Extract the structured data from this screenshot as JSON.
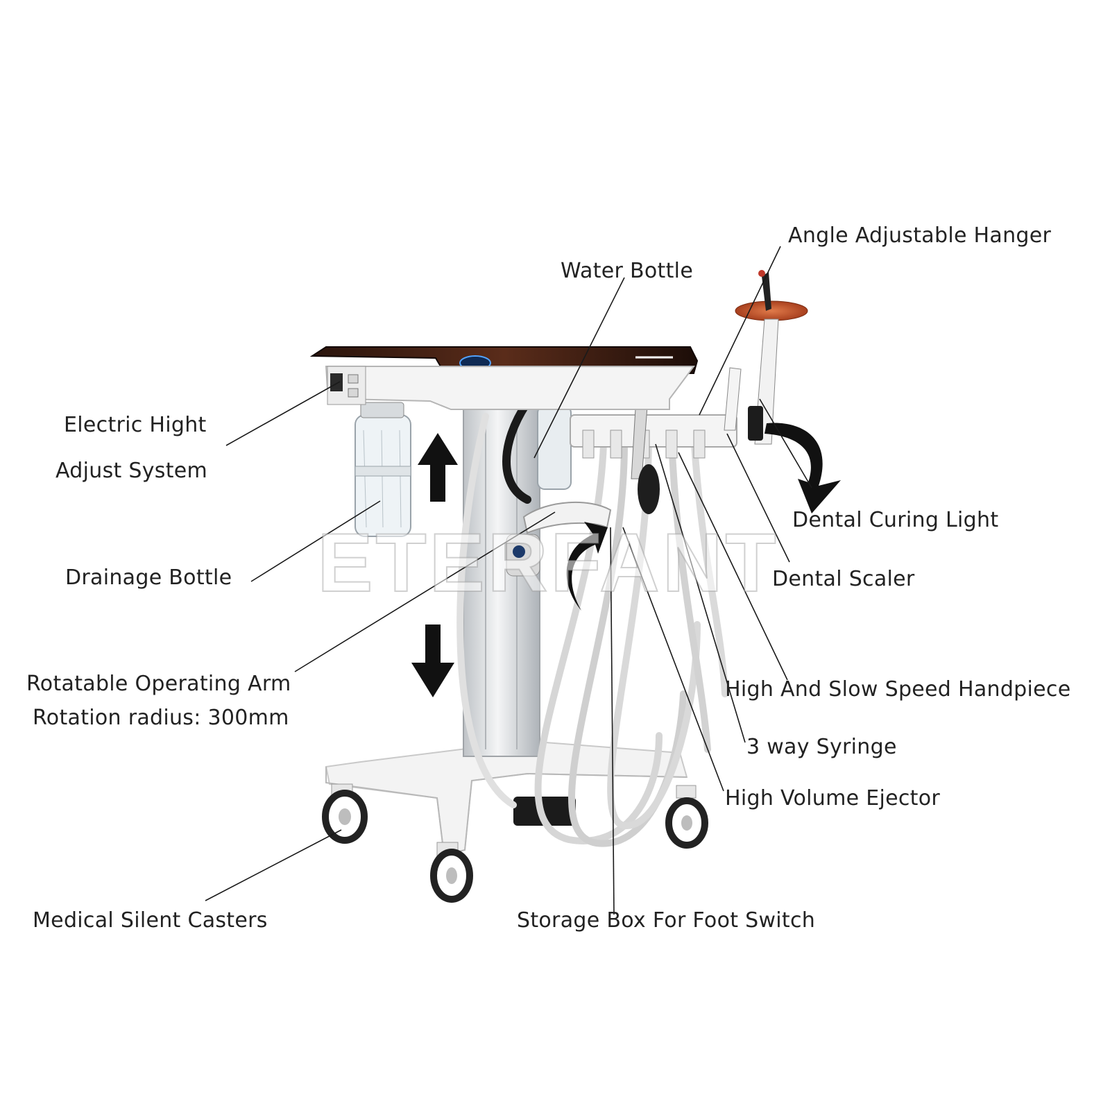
{
  "labels": {
    "angle_hanger": "Angle Adjustable Hanger",
    "water_bottle": "Water Bottle",
    "electric_height_line1": "Electric Hight",
    "electric_height_line2": "Adjust System",
    "dental_curing_light": "Dental Curing Light",
    "drainage_bottle": "Drainage Bottle",
    "dental_scaler": "Dental Scaler",
    "rotatable_arm_line1": "Rotatable Operating Arm",
    "rotatable_arm_line2": "Rotation radius: 300mm",
    "handpiece": "High And Slow Speed Handpiece",
    "syringe": "3 way Syringe",
    "ejector": "High Volume Ejector",
    "casters": "Medical Silent Casters",
    "storage_box": "Storage Box For Foot Switch"
  },
  "watermark": "ETERFANT",
  "colors": {
    "table_top": "#3a1e14",
    "body": "#f2f2f2",
    "hose": "#dcdcdc",
    "curing_shield": "#c0502a",
    "arrow": "#111111"
  },
  "icons": [
    "up-arrow-icon",
    "down-arrow-icon",
    "curved-rotation-arrow-icon"
  ]
}
